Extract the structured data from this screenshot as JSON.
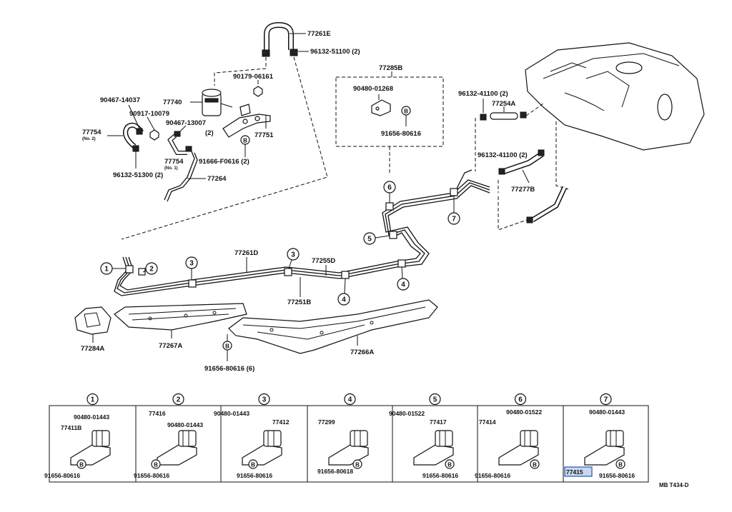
{
  "main": {
    "labels": {
      "p77261E": "77261E",
      "p96132_51100": "96132-51100 (2)",
      "p90179_06161": "90179-06161",
      "p77740": "77740",
      "p90467_14037": "90467-14037",
      "p90917_10079": "90917-10079",
      "p77754_2": "77754",
      "p77754_2_sub": "(No. 2)",
      "p90467_13007": "90467-13007",
      "p90467_13007_qty": "(2)",
      "p77751": "77751",
      "p77754_1": "77754",
      "p77754_1_sub": "(No. 1)",
      "p96132_51300": "96132-51300 (2)",
      "p91666_F0616": "91666-F0616 (2)",
      "p77264": "77264",
      "p77285B": "77285B",
      "p90480_01268": "90480-01268",
      "p91656_80616_box": "91656-80616",
      "p96132_41100_a": "96132-41100 (2)",
      "p77254A": "77254A",
      "p96132_41100_b": "96132-41100 (2)",
      "p77277B": "77277B",
      "p77261D": "77261D",
      "p77255D": "77255D",
      "p77251B": "77251B",
      "p77284A": "77284A",
      "p77267A": "77267A",
      "p77266A": "77266A",
      "p91656_80616_6": "91656-80616 (6)",
      "b": "B",
      "footer_code": "MB T434-D"
    },
    "callouts": [
      "1",
      "2",
      "3",
      "4",
      "5",
      "6",
      "7"
    ]
  },
  "detail_panels": [
    {
      "num": "1",
      "parts": [
        "90480-01443",
        "77411B",
        "91656-80616"
      ]
    },
    {
      "num": "2",
      "parts": [
        "77416",
        "90480-01443",
        "91656-80616"
      ]
    },
    {
      "num": "3",
      "parts": [
        "90480-01443",
        "77412",
        "91656-80616"
      ]
    },
    {
      "num": "4",
      "parts": [
        "77299",
        "91656-80618"
      ]
    },
    {
      "num": "5",
      "parts": [
        "90480-01522",
        "77417",
        "91656-80616"
      ]
    },
    {
      "num": "6",
      "parts": [
        "90480-01522",
        "77414",
        "91656-80616"
      ]
    },
    {
      "num": "7",
      "parts": [
        "90480-01443",
        "77415",
        "91656-80616"
      ]
    }
  ],
  "colors": {
    "highlight_fill": "#c7d8f0",
    "highlight_stroke": "#2a56a8"
  }
}
